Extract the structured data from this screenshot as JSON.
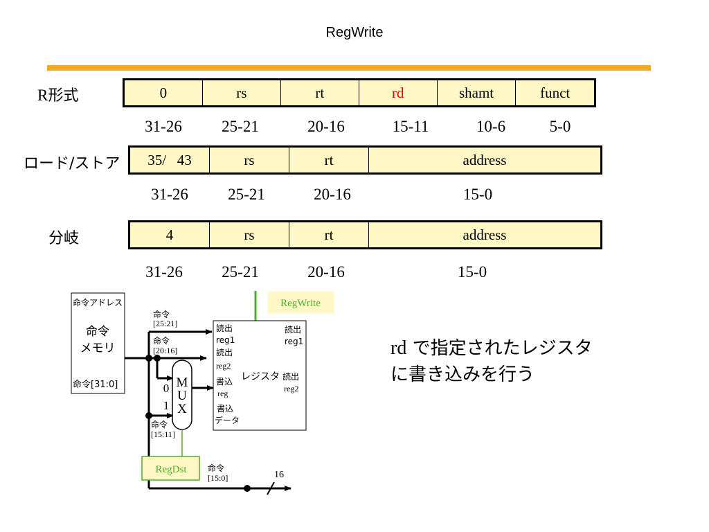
{
  "title": "RegWrite",
  "formats": [
    {
      "label_prefix": "R",
      "label_suffix": "形式",
      "fields": [
        "0",
        "rs",
        "rt",
        "rd",
        "shamt",
        "funct"
      ],
      "bits": [
        "31-26",
        "25-21",
        "20-16",
        "15-11",
        "10-6",
        "5-0"
      ]
    },
    {
      "label": "ロード/ストア",
      "fields": [
        "35/   43",
        "rs",
        "rt",
        "address"
      ],
      "bits": [
        "31-26",
        "25-21",
        "20-16",
        "15-0"
      ]
    },
    {
      "label": "分岐",
      "fields": [
        "4",
        "rs",
        "rt",
        "address"
      ],
      "bits": [
        "31-26",
        "25-21",
        "20-16",
        "15-0"
      ]
    }
  ],
  "highlight_color": "#e00000",
  "diagram": {
    "memory": {
      "address_label": "命令アドレス",
      "name_line1": "命令",
      "name_line2": "メモリ",
      "output_prefix": "命令",
      "output_bits": "[31:0]"
    },
    "signals": {
      "inst_25_21_a": "命令",
      "inst_25_21_b": "[25:21]",
      "inst_20_16_a": "命令",
      "inst_20_16_b": "[20:16]",
      "inst_15_11_a": "命令",
      "inst_15_11_b": "[15:11]",
      "inst_15_0_a": "命令",
      "inst_15_0_b": "[15:0]",
      "width_16": "16"
    },
    "mux": {
      "letters": [
        "M",
        "U",
        "X"
      ],
      "in0": "0",
      "in1": "1"
    },
    "register": {
      "name": "レジスタ",
      "read1_a": "読出",
      "read1_b": "reg",
      "read1_c": "1",
      "read2_a": "読出",
      "read2_b": "reg2",
      "write_a": "書込",
      "write_b": "reg",
      "wdata_a": "書込",
      "wdata_b": "データ",
      "out1_a": "読出",
      "out1_b": "reg",
      "out1_c": "1",
      "out2_a": "読出",
      "out2_b": "reg2"
    },
    "regwrite": "RegWrite",
    "regdst": "RegDst",
    "control_color": "#4caf2a",
    "control_bg": "#fff8c6"
  },
  "caption": {
    "prefix": "rd",
    "line1_rest": " で指定されたレジスタ",
    "line2": "に書き込みを行う"
  }
}
